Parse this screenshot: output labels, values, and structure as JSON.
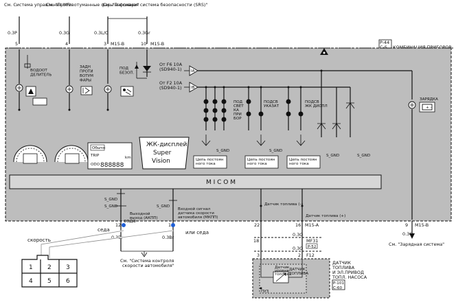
{
  "refs": {
    "mfi": "См. Система управления MFI",
    "fog": "См. \"Противотуманные фары и фонари\"",
    "srs": "См. \"Пассивная система безопасности (SRS)\"",
    "charging": "См. \"Зарядная система\"",
    "speed": "См. \"Система контроля скорости автомобиля\""
  },
  "panel": {
    "code1": "P-44",
    "code2": "C-S",
    "title": "КОМБИНАЦИЯ ПРИБОРОВ"
  },
  "wires": {
    "w1": "0.3P",
    "w2": "0.3G",
    "w3": "0.3L/O",
    "w4": "0.3Gr",
    "w5": "0.3G",
    "w6": "0.3Br",
    "w7": "0.3Br",
    "w8": "0.3O",
    "w9": "0.3O"
  },
  "pins": {
    "p5": "5",
    "p4": "4",
    "p3": "3",
    "p10": "10",
    "p9": "9",
    "p12": "12",
    "p11": "11",
    "p22": "22",
    "p16": "16",
    "p18": "18",
    "p2": "2",
    "p3b": "3"
  },
  "connectors": {
    "m15b_a": "M15-B",
    "m15b_b": "M15-B",
    "m15b_c": "M15-B",
    "m15a": "M15-A",
    "mf31": "MF31",
    "f12": "F12",
    "p52": "P-52"
  },
  "indicators": {
    "water": "ВОДООТ\nДЕЛИТЕЛЬ",
    "fog": "ЗАДН\nПРОТИ\nВОТУМ\nФАРЫ",
    "airbag": "ПОД\nБЕЗОП.",
    "charge": "ЗАРЯДКА"
  },
  "fuses": {
    "f1": "От F6 10A\n(SD940-1)",
    "f2": "От F2 10A\n(SD940-1)"
  },
  "lamps": {
    "l1": "ПОД\nСВЕТ\nКА\nПРИ\nБОР",
    "l2": "ПОДСВ\nУКАЗАТ",
    "l3": "ПОДСВ\nЖК ДИСПЛ"
  },
  "circuit": {
    "c1": "Цепь постоян\nного тока",
    "c2": "Цепь постоян\nного тока",
    "c3": "Цепь постоян\nного тока"
  },
  "sgnd": {
    "s1": "S_GND",
    "s2": "S_GND",
    "s3": "S_GND",
    "s4": "S_GND",
    "s5": "S_GND",
    "s6": "S_GND",
    "s7": "S_GND"
  },
  "lcd": {
    "title": "ЖК-дисплей",
    "line2": "Super",
    "line3": "Vision",
    "label": "Обычн",
    "trip": "TRIP",
    "odo": "ODO",
    "digits": "888888",
    "km": "km"
  },
  "micom": "M I C O M",
  "sensors": {
    "output": "Выходной\nвыход (АКПП)",
    "speed": "Входной сигнал\nдатчика скорости\nавтомобиля (МКПП)",
    "fuel_minus": "Датчик топлива (–)",
    "fuel_plus": "Датчик топлива (+)",
    "fuel_box": "ДАТЧИК\nТОПЛИВА\nИ ЭЛ.ПРИВОД\nТОПЛ. НАСОСА",
    "inner1": "Датчик\nуровня\nтоплива",
    "inner2": "ДАТЧИК\nТОПЛИВА",
    "box_code1": "P-101",
    "box_code2": "C-60",
    "pusk": "ПУЗ"
  },
  "labels": {
    "speed": "скорость",
    "seda": "седа",
    "ili_seda": "или седа",
    "seda2": "седа"
  },
  "relay": {
    "ia": "IA",
    "ib": "IB"
  },
  "connector_grid": [
    "1",
    "2",
    "3",
    "4",
    "5",
    "6"
  ]
}
